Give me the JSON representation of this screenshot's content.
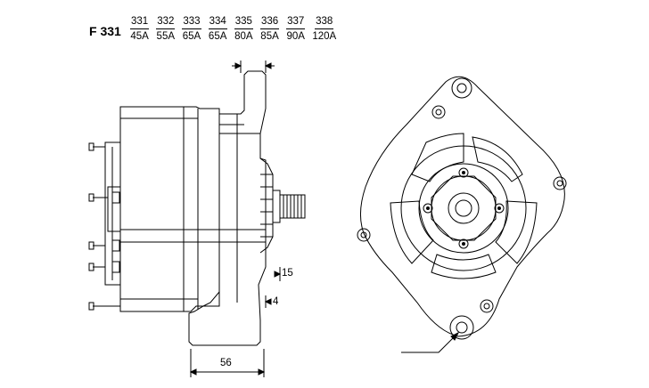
{
  "model": {
    "code": "F 331"
  },
  "variants": [
    {
      "number": "331",
      "current": "45A"
    },
    {
      "number": "332",
      "current": "55A"
    },
    {
      "number": "333",
      "current": "65A"
    },
    {
      "number": "334",
      "current": "65A"
    },
    {
      "number": "335",
      "current": "80A"
    },
    {
      "number": "336",
      "current": "85A"
    },
    {
      "number": "337",
      "current": "90A"
    },
    {
      "number": "338",
      "current": "120A"
    }
  ],
  "dimensions": {
    "length": "56",
    "offset_upper": "15",
    "offset_lower": "4"
  },
  "colors": {
    "line": "#000000",
    "background": "#ffffff"
  }
}
